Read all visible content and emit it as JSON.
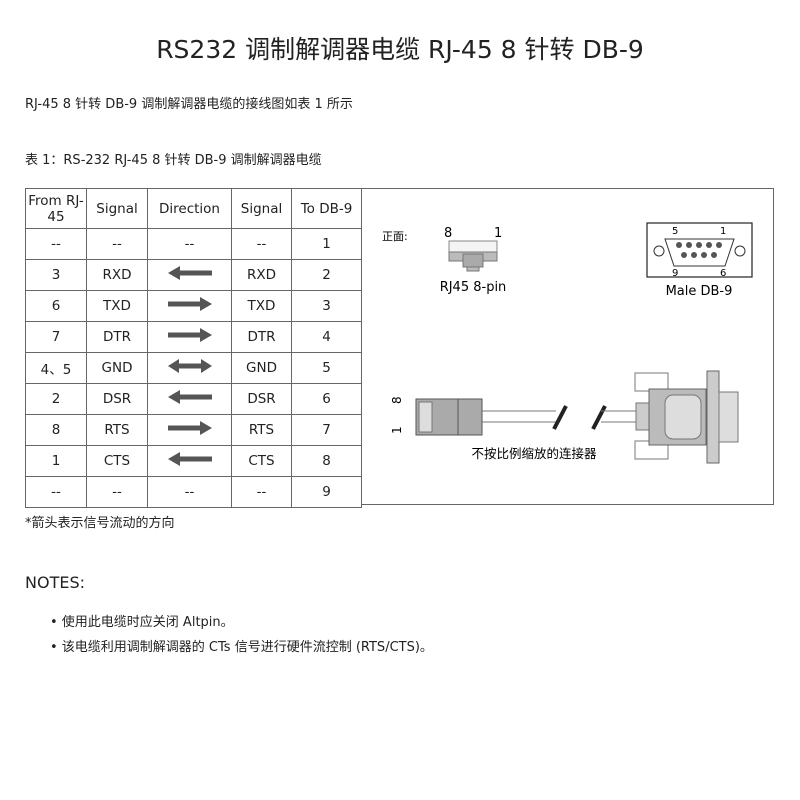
{
  "title": "RS232 调制解调器电缆 RJ-45 8 针转 DB-9",
  "intro": "RJ-45 8 针转 DB-9 调制解调器电缆的接线图如表 1 所示",
  "table_caption": "表 1：RS-232 RJ-45 8 针转 DB-9 调制解调器电缆",
  "table": {
    "headers": [
      "From RJ-45",
      "Signal",
      "Direction",
      "Signal",
      "To DB-9"
    ],
    "rows": [
      {
        "from": "--",
        "sig1": "--",
        "dir": "--",
        "sig2": "--",
        "to": "1"
      },
      {
        "from": "3",
        "sig1": "RXD",
        "dir": "left",
        "sig2": "RXD",
        "to": "2"
      },
      {
        "from": "6",
        "sig1": "TXD",
        "dir": "right",
        "sig2": "TXD",
        "to": "3"
      },
      {
        "from": "7",
        "sig1": "DTR",
        "dir": "right",
        "sig2": "DTR",
        "to": "4"
      },
      {
        "from": "4、5",
        "sig1": "GND",
        "dir": "both",
        "sig2": "GND",
        "to": "5"
      },
      {
        "from": "2",
        "sig1": "DSR",
        "dir": "left",
        "sig2": "DSR",
        "to": "6"
      },
      {
        "from": "8",
        "sig1": "RTS",
        "dir": "right",
        "sig2": "RTS",
        "to": "7"
      },
      {
        "from": "1",
        "sig1": "CTS",
        "dir": "left",
        "sig2": "CTS",
        "to": "8"
      },
      {
        "from": "--",
        "sig1": "--",
        "dir": "--",
        "sig2": "--",
        "to": "9"
      }
    ]
  },
  "diagram": {
    "front_label": "正面:",
    "rj45_pin_left": "8",
    "rj45_pin_right": "1",
    "rj45_label": "RJ45 8-pin",
    "db9_pins": [
      "5",
      "1",
      "9",
      "6"
    ],
    "db9_label": "Male DB-9",
    "cable_pin_top": "8",
    "cable_pin_bottom": "1",
    "not_to_scale": "不按比例缩放的连接器"
  },
  "footnote": "*箭头表示信号流动的方向",
  "notes_title": "NOTES:",
  "notes": [
    "• 使用此电缆时应关闭 Altpin。",
    "• 该电缆利用调制解调器的 CTs 信号进行硬件流控制 (RTS/CTS)。"
  ]
}
